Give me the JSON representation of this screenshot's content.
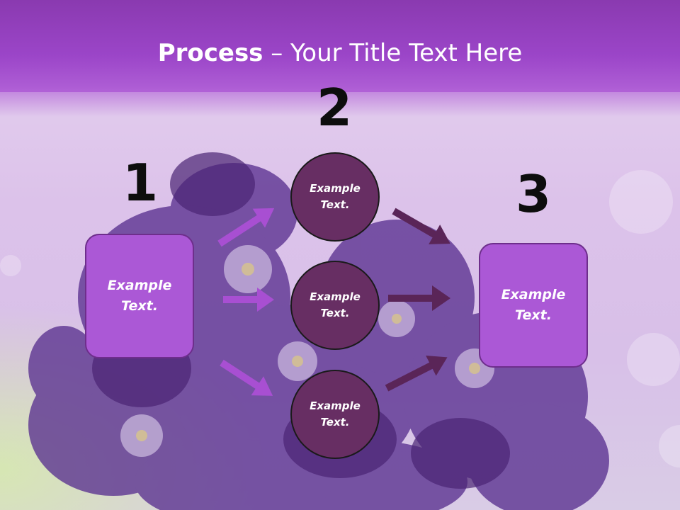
{
  "slide": {
    "title_bold": "Process",
    "title_rest": " – Your Title Text Here"
  },
  "steps": {
    "step1": "1",
    "step2": "2",
    "step3": "3"
  },
  "left_box": {
    "line1": "Example",
    "line2": "Text."
  },
  "right_box": {
    "line1": "Example",
    "line2": "Text."
  },
  "circles": [
    {
      "line1": "Example",
      "line2": "Text."
    },
    {
      "line1": "Example",
      "line2": "Text."
    },
    {
      "line1": "Example",
      "line2": "Text."
    }
  ],
  "colors": {
    "header": "#9b45c8",
    "box_fill": "#ab58d6",
    "circle_fill": "#672e63",
    "arrow_light": "#a84fd2",
    "arrow_dark": "#5a2558"
  }
}
